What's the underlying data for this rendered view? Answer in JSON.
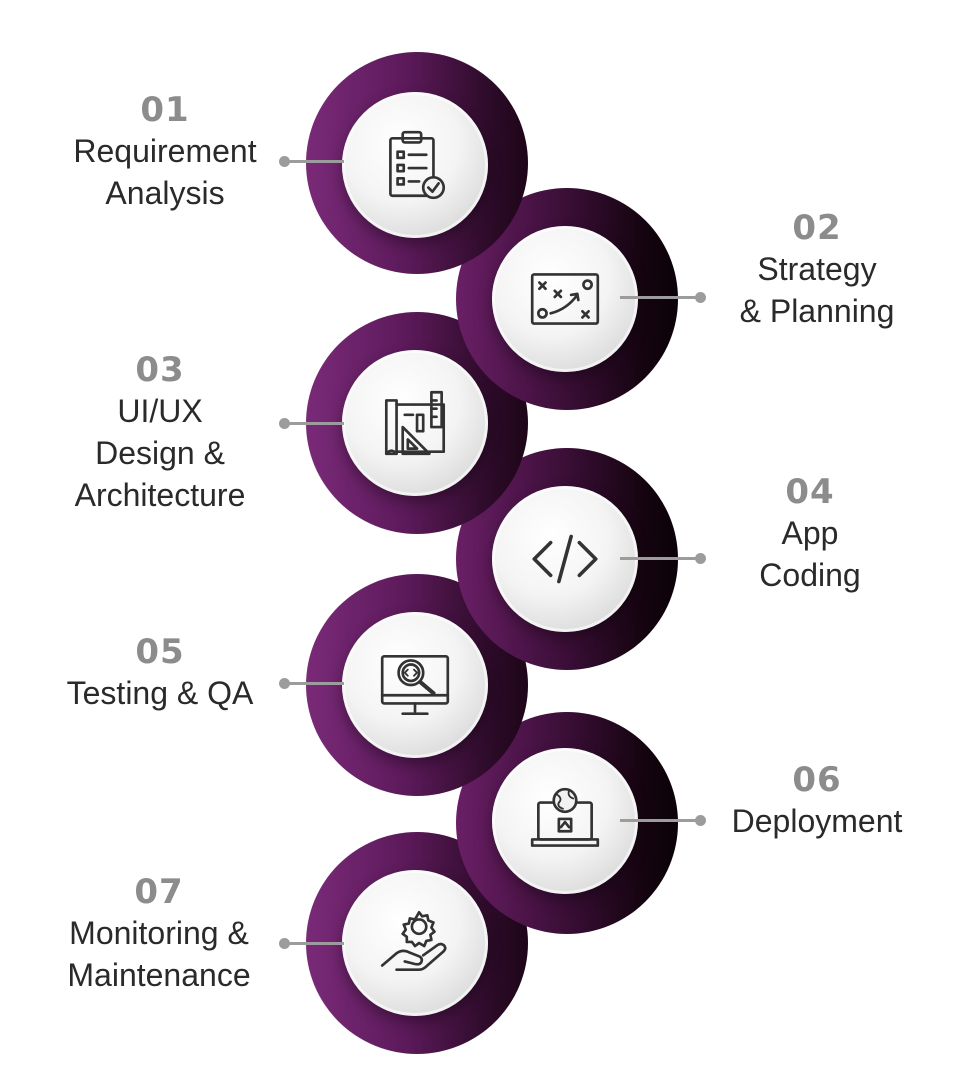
{
  "steps": [
    {
      "number": "01",
      "title_lines": [
        "Requirement",
        "Analysis"
      ],
      "icon": "clipboard-checklist-icon"
    },
    {
      "number": "02",
      "title_lines": [
        "Strategy",
        "& Planning"
      ],
      "icon": "strategy-board-icon"
    },
    {
      "number": "03",
      "title_lines": [
        "UI/UX",
        "Design &",
        "Architecture"
      ],
      "icon": "blueprint-ruler-icon"
    },
    {
      "number": "04",
      "title_lines": [
        "App",
        "Coding"
      ],
      "icon": "code-brackets-icon"
    },
    {
      "number": "05",
      "title_lines": [
        "Testing & QA"
      ],
      "icon": "monitor-magnifier-icon"
    },
    {
      "number": "06",
      "title_lines": [
        "Deployment"
      ],
      "icon": "laptop-globe-upload-icon"
    },
    {
      "number": "07",
      "title_lines": [
        "Monitoring &",
        "Maintenance"
      ],
      "icon": "hand-gear-icon"
    }
  ],
  "colors": {
    "ring_purple": "#7a2a78",
    "ring_dark": "#1e0618",
    "number_gray": "#8c8c8c",
    "connector_gray": "#9c9c9c",
    "text": "#2a2a2a"
  }
}
